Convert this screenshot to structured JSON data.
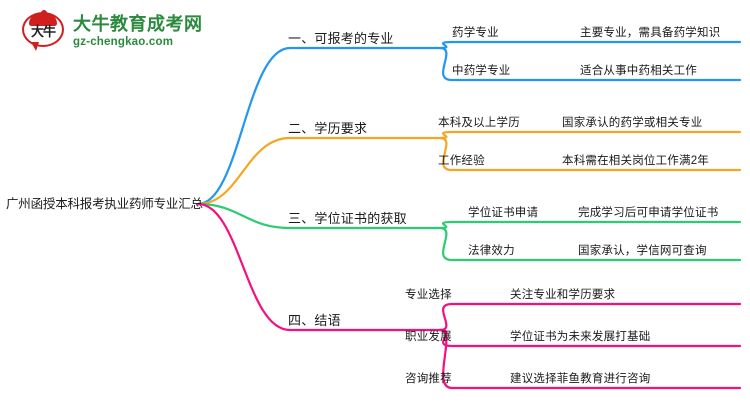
{
  "logo": {
    "mark_text": "大牛",
    "title": "大牛教育成考网",
    "url": "gz-chengkao.com",
    "brand_color": "#2b8a3e",
    "mark_color": "#cf1f1f"
  },
  "mindmap": {
    "root": {
      "label": "广州函授本科报考执业药师专业汇总"
    },
    "branches": [
      {
        "title": "一、可报考的专业",
        "color": "#2196f3",
        "items": [
          {
            "label": "药学专业",
            "desc": "主要专业，需具备药学知识"
          },
          {
            "label": "中药学专业",
            "desc": "适合从事中药相关工作"
          }
        ]
      },
      {
        "title": "二、学历要求",
        "color": "#f5a623",
        "items": [
          {
            "label": "本科及以上学历",
            "desc": "国家承认的药学或相关专业"
          },
          {
            "label": "工作经验",
            "desc": "本科需在相关岗位工作满2年"
          }
        ]
      },
      {
        "title": "三、学位证书的获取",
        "color": "#2ecc71",
        "items": [
          {
            "label": "学位证书申请",
            "desc": "完成学习后可申请学位证书"
          },
          {
            "label": "法律效力",
            "desc": "国家承认，学信网可查询"
          }
        ]
      },
      {
        "title": "四、结语",
        "color": "#f50f7f",
        "items": [
          {
            "label": "专业选择",
            "desc": "关注专业和学历要求"
          },
          {
            "label": "职业发展",
            "desc": "学位证书为未来发展打基础"
          },
          {
            "label": "咨询推荐",
            "desc": "建议选择菲鱼教育进行咨询"
          }
        ]
      }
    ]
  }
}
